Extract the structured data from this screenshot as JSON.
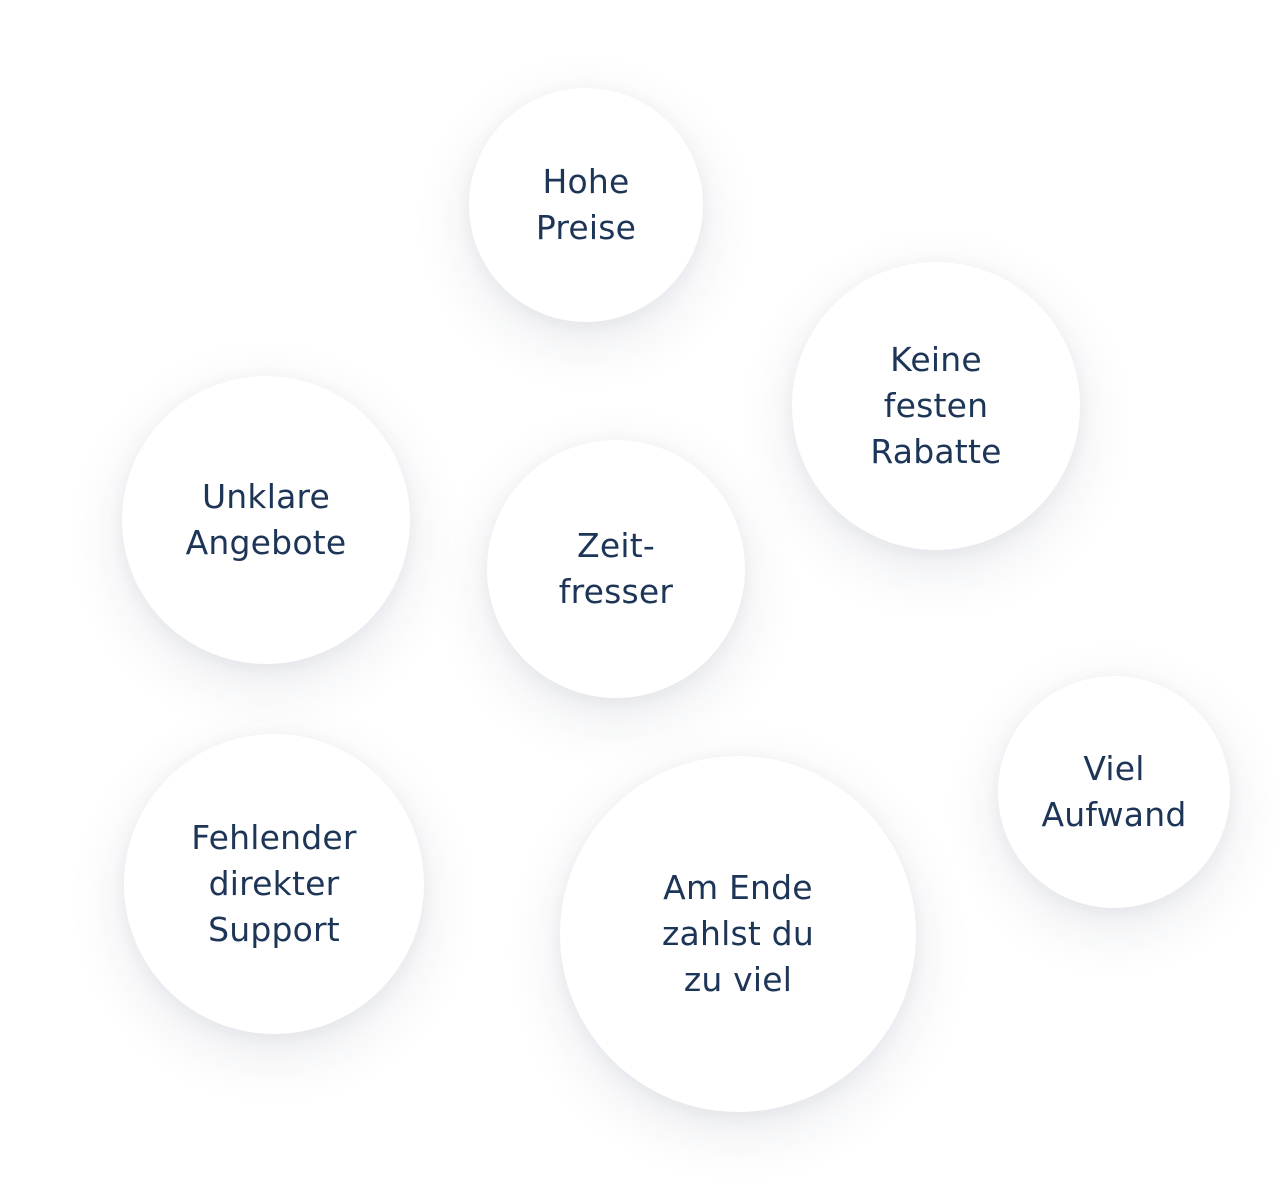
{
  "colors": {
    "text": "#1d3556",
    "bubble": "#ffffff"
  },
  "bubbles": [
    {
      "id": "hohe",
      "label": "Hohe\nPreise"
    },
    {
      "id": "keine",
      "label": "Keine\nfesten\nRabatte"
    },
    {
      "id": "unklare",
      "label": "Unklare\nAngebote"
    },
    {
      "id": "zeit",
      "label": "Zeit-\nfresser"
    },
    {
      "id": "viel",
      "label": "Viel\nAufwand"
    },
    {
      "id": "fehlender",
      "label": "Fehlender\ndirekter\nSupport"
    },
    {
      "id": "amende",
      "label": "Am Ende\nzahlst du\nzu viel"
    }
  ]
}
